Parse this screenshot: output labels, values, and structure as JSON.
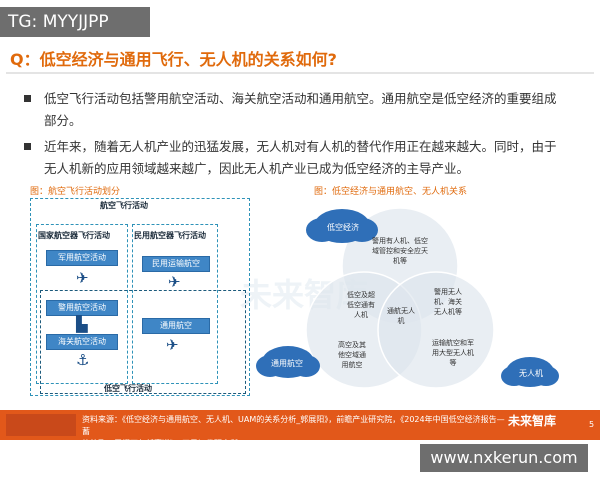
{
  "badge_tg": "TG: MYYJJPP",
  "title": "Q：低空经济与通用飞行、无人机的关系如何?",
  "bullets": [
    {
      "line1": "低空飞行活动包括警用航空活动、海关航空活动和通用航空。通用航空是低空经济的重要组成",
      "line2": "部分。"
    },
    {
      "line1": "近年来，随着无人机产业的迅猛发展，无人机对有人机的替代作用正在越来越大。同时，由于",
      "line2": "无人机新的应用领域越来越广，因此无人机产业已成为低空经济的主导产业。"
    }
  ],
  "left_figure": {
    "caption": "图：航空飞行活动划分",
    "outer_label": "航空飞行活动",
    "state_label": "国家航空器飞行活动",
    "civil_label": "民用航空器飞行活动",
    "low_altitude_label": "低空飞行活动",
    "buttons": {
      "military": "军用航空活动",
      "police": "警用航空活动",
      "customs": "海关航空活动",
      "transport": "民用运输航空",
      "general": "通用航空"
    },
    "icons": [
      "fighter-jet-icon",
      "police-building-icon",
      "anchor-icon",
      "airliner-icon",
      "light-aircraft-icon"
    ]
  },
  "right_figure": {
    "caption": "图：低空经济与通用航空、无人机关系",
    "clouds": {
      "low_altitude_economy": "低空经济",
      "general_aviation": "通用航空",
      "drone": "无人机"
    },
    "venn_text": {
      "top": "警用有人机、低空\n域管控和安全应天\n机等",
      "left": "低空及超\n低空通有\n人机",
      "right": "警用无人\n机、海关\n无人机等",
      "center": "通航无人\n机",
      "bottom_left": "高空及其\n他空域通\n用航空",
      "bottom_right": "运输航空和军\n用大型无人机\n等"
    }
  },
  "source": {
    "line1": "资料来源：《低空经济与通用航空、无人机、UAM的关系分析_郭展阳》，前瞻产业研究院，《2024年中国低空经济报告—蓄",
    "line2": "势待飞，展翅万亿新赛道》，天风证券研究所"
  },
  "watermark_logo": "未来智库",
  "page_number": "5",
  "bottom_url": "www.nxkerun.com",
  "colors": {
    "accent_orange": "#e06a0c",
    "source_bar": "#e2581a",
    "button_blue": "#3f86c6",
    "cloud_blue": "#2f6fb8"
  }
}
